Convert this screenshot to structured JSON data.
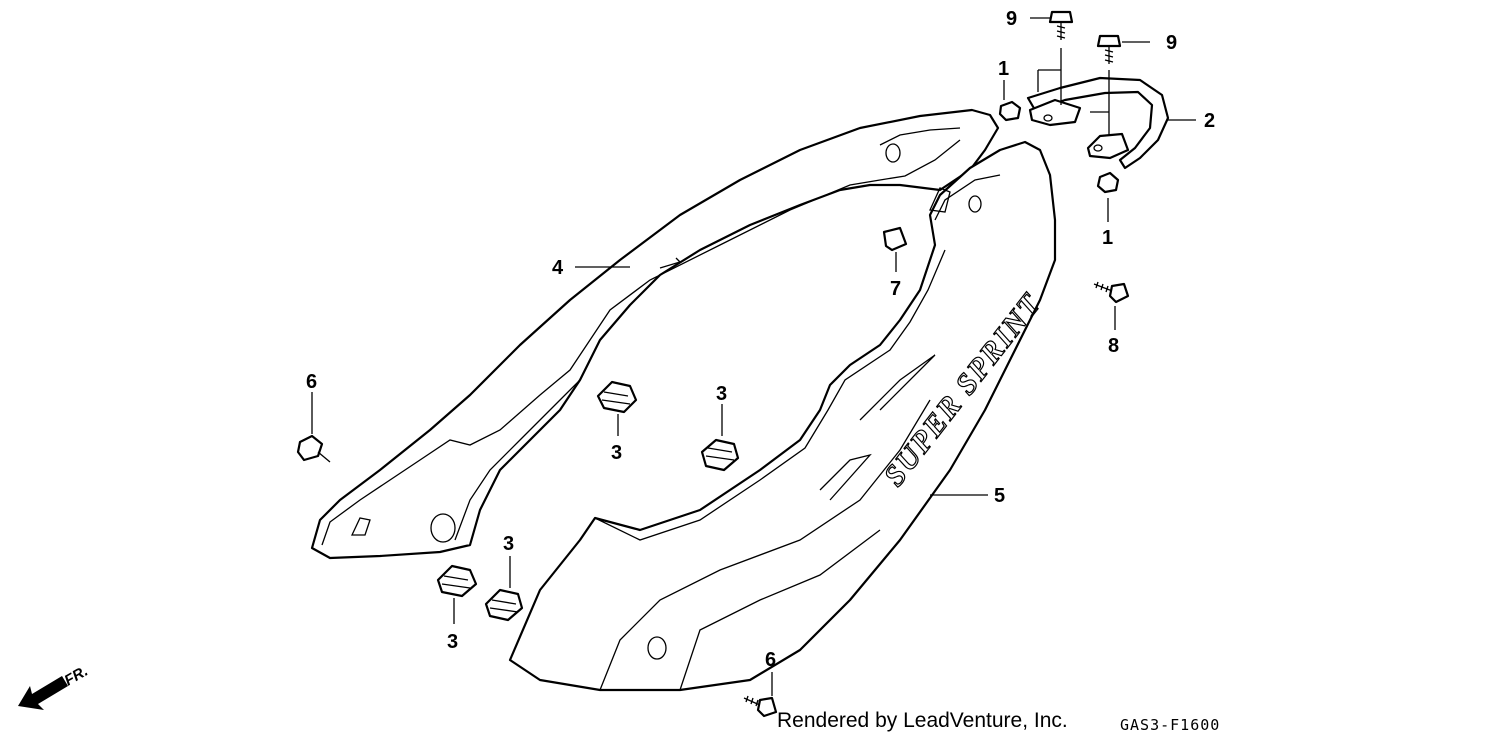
{
  "callouts": {
    "c1": "9",
    "c2": "9",
    "c3": "1",
    "c4": "2",
    "c5": "1",
    "c6": "4",
    "c7": "7",
    "c8": "8",
    "c9": "6",
    "c10": "3",
    "c11": "3",
    "c12": "5",
    "c13": "3",
    "c14": "3",
    "c15": "6"
  },
  "logo_text": "SUPER SPRINT",
  "direction_label": "FR.",
  "credit": "Rendered by LeadVenture, Inc.",
  "diagram_code": "GAS3-F1600"
}
